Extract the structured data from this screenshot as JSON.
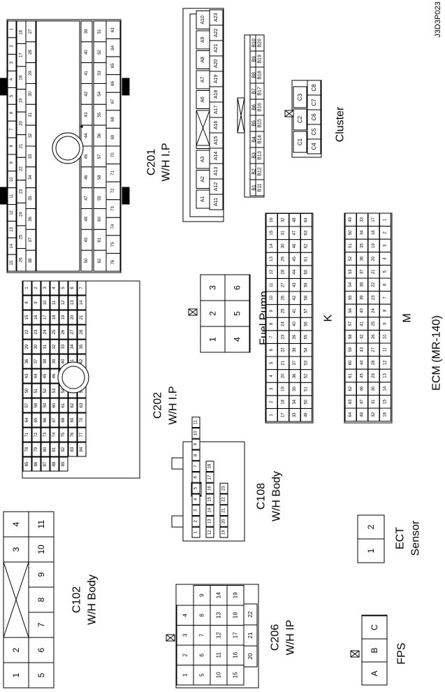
{
  "ref_id": "J3D3P023",
  "connectors": {
    "c201": {
      "code": "C201",
      "name": "W/H I.P",
      "rows": [
        [
          "1",
          "2",
          "3",
          "4",
          "5",
          "6",
          "7",
          "8",
          "9",
          "10",
          "11",
          "12",
          "13",
          "14",
          "15"
        ],
        [
          "16",
          "17",
          "18",
          "19",
          "20",
          "21",
          "22",
          "23",
          "24",
          "25",
          "26"
        ],
        [
          "27",
          "28",
          "29",
          "30",
          "31",
          "32",
          "33",
          "34",
          "35",
          "36",
          "37",
          "38"
        ],
        [
          "39",
          "40",
          "41",
          "42",
          "43",
          "44",
          "45",
          "46",
          "47",
          "48",
          "49",
          "50"
        ],
        [
          "51",
          "52",
          "53",
          "54",
          "55",
          "56",
          "57",
          "58",
          "59",
          "60",
          "61",
          "62"
        ],
        [
          "63",
          "64",
          "65",
          "66",
          "67",
          "68",
          "69",
          "70",
          "71",
          "72",
          "73",
          "74",
          "75",
          "76"
        ]
      ]
    },
    "ia": {
      "rowA": [
        "A1",
        "A2",
        "A3",
        "A4",
        "A5",
        "A6",
        "A7",
        "A8",
        "A9",
        "A10"
      ],
      "rowB": [
        "A11",
        "A12",
        "A13",
        "A14",
        "A15",
        "A16",
        "A17",
        "A18",
        "A19",
        "A20",
        "A21",
        "A22",
        "A23"
      ]
    },
    "ib": {
      "rowA": [
        "B1",
        "B2",
        "B3",
        "B4",
        "B5",
        "B6",
        "B7",
        "B8",
        "B9",
        "B10"
      ],
      "rowB": [
        "B11",
        "B12",
        "B13",
        "B14",
        "B15",
        "B16",
        "B17",
        "B18",
        "B19",
        "B20"
      ]
    },
    "cluster": {
      "name": "Cluster",
      "rowA": [
        "C1",
        "C2",
        "C3"
      ],
      "rowB": [
        "C4",
        "C5",
        "C6",
        "C7",
        "C8"
      ]
    },
    "c202": {
      "code": "C202",
      "name": "W/H I.P",
      "cells": [
        "1",
        "2",
        "3",
        "4",
        "5",
        "6",
        "7",
        "8",
        "9",
        "10",
        "11",
        "12",
        "13",
        "14",
        "15",
        "16",
        "17",
        "18",
        "19",
        "20",
        "21",
        "22",
        "23",
        "24",
        "25",
        "26",
        "27",
        "28",
        "29",
        "30",
        "31",
        "32",
        "33",
        "34",
        "35",
        "36",
        "37",
        "38",
        "39",
        "40",
        "41",
        "42",
        "43",
        "44",
        "45",
        "46",
        "47",
        "48",
        "49",
        "50",
        "51",
        "52",
        "53",
        "54",
        "55",
        "56",
        "57",
        "58",
        "59",
        "60",
        "61",
        "62",
        "63",
        "64",
        "65",
        "66",
        "67",
        "68",
        "69",
        "70",
        "71",
        "72",
        "73",
        "74",
        "75",
        "76",
        "77",
        "78",
        "79",
        "80",
        "81",
        "82",
        "83",
        "84",
        "85",
        "86",
        "87",
        "88",
        "89"
      ]
    },
    "fuel_pump": {
      "name": "Fuel Pump",
      "pins": [
        "1",
        "2",
        "3",
        "4",
        "5",
        "6"
      ]
    },
    "ecm": {
      "name": "ECM (MR-140)",
      "k_label": "K",
      "m_label": "M",
      "k_pins": [
        "1",
        "2",
        "3",
        "4",
        "5",
        "6",
        "7",
        "8",
        "9",
        "10",
        "11",
        "12",
        "13",
        "14",
        "15",
        "16",
        "17",
        "18",
        "19",
        "20",
        "21",
        "22",
        "23",
        "24",
        "25",
        "26",
        "27",
        "28",
        "29",
        "30",
        "31",
        "32",
        "33",
        "34",
        "35",
        "36",
        "37",
        "38",
        "39",
        "40",
        "41",
        "42",
        "43",
        "44",
        "45",
        "46",
        "47",
        "48",
        "49",
        "50",
        "51",
        "52",
        "53",
        "54",
        "55",
        "56",
        "57",
        "58",
        "59",
        "60",
        "61",
        "62",
        "63",
        "64"
      ],
      "m_pins": [
        "1",
        "2",
        "3",
        "4",
        "5",
        "6",
        "7",
        "8",
        "9",
        "10",
        "11",
        "12",
        "13",
        "14",
        "15",
        "16",
        "17",
        "18",
        "19",
        "20",
        "21",
        "22",
        "23",
        "24",
        "25",
        "26",
        "27",
        "28",
        "29",
        "30",
        "31",
        "32",
        "33",
        "34",
        "35",
        "36",
        "37",
        "38",
        "39",
        "40",
        "41",
        "42",
        "43",
        "44",
        "45",
        "46",
        "47",
        "48",
        "49",
        "50",
        "51",
        "52",
        "53",
        "54",
        "55",
        "56",
        "57",
        "58",
        "59",
        "60",
        "61",
        "62",
        "63",
        "64"
      ]
    },
    "c108": {
      "code": "C108",
      "name": "W/H Body",
      "pins": [
        "1",
        "2",
        "3",
        "4",
        "5",
        "6",
        "7",
        "8",
        "9",
        "10",
        "11",
        "12",
        "13",
        "14",
        "15",
        "16",
        "17",
        "18",
        "19",
        "20",
        "21",
        "22",
        "23"
      ]
    },
    "c102": {
      "code": "C102",
      "name": "W/H Body",
      "pins": [
        "1",
        "2",
        "3",
        "4",
        "5",
        "6",
        "7",
        "8",
        "9",
        "10",
        "11"
      ]
    },
    "c206": {
      "code": "C206",
      "name": "W/H IP",
      "pins": [
        "1",
        "2",
        "3",
        "4",
        "5",
        "6",
        "7",
        "8",
        "9",
        "10",
        "11",
        "12",
        "13",
        "14",
        "15",
        "16",
        "17",
        "18",
        "19",
        "20",
        "21",
        "22"
      ]
    },
    "ect": {
      "name": "ECT Sensor",
      "line1": "ECT",
      "line2": "Sensor",
      "pins": [
        "1",
        "2"
      ]
    },
    "fps": {
      "name": "FPS",
      "pins": [
        "A",
        "B",
        "C"
      ]
    }
  }
}
